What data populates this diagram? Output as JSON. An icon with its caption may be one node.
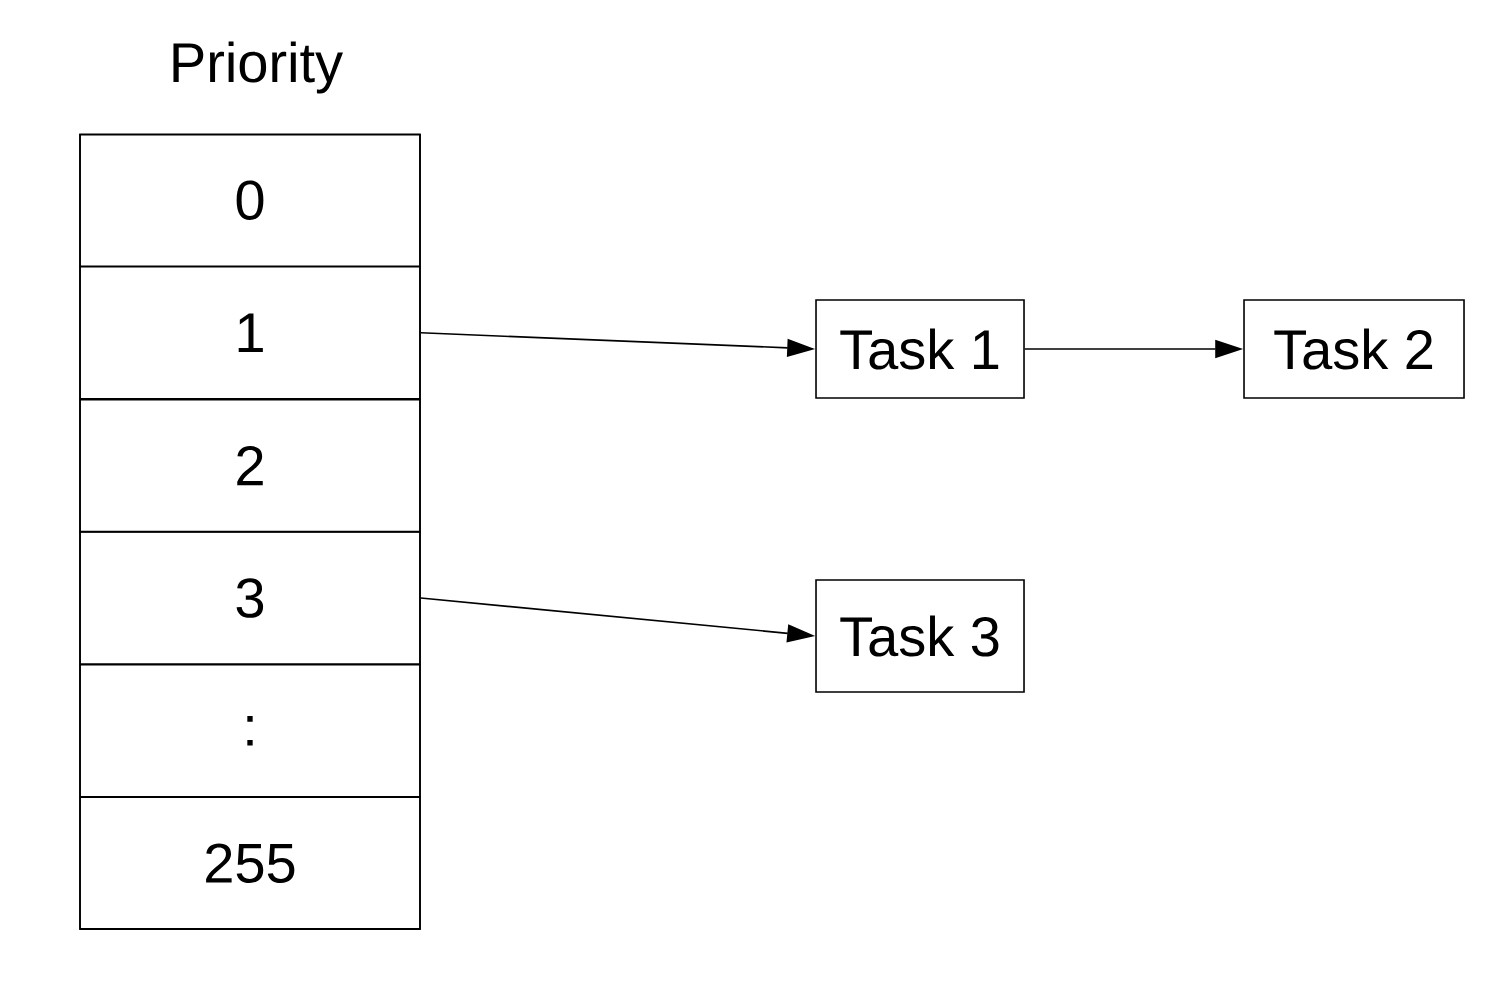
{
  "diagram": {
    "nodes": [
      {
        "text": [
          "Priority"
        ]
      },
      {
        "text": [
          "0"
        ],
        "in": 0
      },
      {
        "text": [
          "1"
        ],
        "in": 0
      },
      {
        "text": [
          "2"
        ],
        "in": 0
      },
      {
        "text": [
          "3"
        ],
        "in": 0
      },
      {
        "text": [
          ":"
        ],
        "in": 0
      },
      {
        "text": [
          "255"
        ],
        "in": 0
      },
      {
        "text": [
          "Task 1"
        ]
      },
      {
        "text": [
          "Task 2"
        ]
      },
      {
        "text": [
          "Task 3"
        ]
      }
    ],
    "edges": [
      {
        "from": 2,
        "to": 7,
        "arrow": "to"
      },
      {
        "from": 7,
        "to": 8,
        "arrow": "to"
      },
      {
        "from": 4,
        "to": 9,
        "arrow": "to"
      }
    ]
  }
}
